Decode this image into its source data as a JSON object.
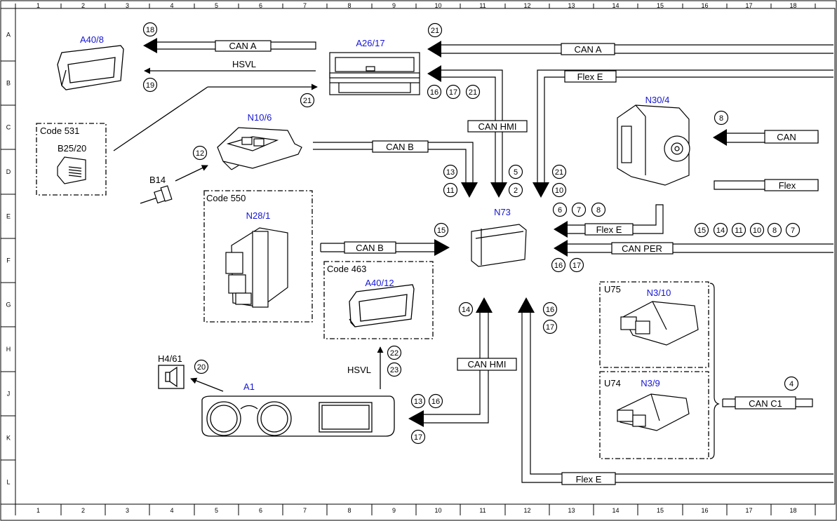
{
  "frame": {
    "col_labels": [
      "1",
      "2",
      "3",
      "4",
      "5",
      "6",
      "7",
      "8",
      "9",
      "10",
      "11",
      "12",
      "13",
      "14",
      "15",
      "16",
      "17",
      "18"
    ],
    "row_labels": [
      "A",
      "B",
      "C",
      "D",
      "E",
      "F",
      "G",
      "H",
      "J",
      "K",
      "L"
    ]
  },
  "colors": {
    "component_id": "#1515d8",
    "line": "#000000"
  },
  "components": {
    "a40_8": "A40/8",
    "a26_17": "A26/17",
    "n10_6": "N10/6",
    "b25_20": "B25/20",
    "b14": "B14",
    "n28_1": "N28/1",
    "a40_12": "A40/12",
    "n73": "N73",
    "n30_4": "N30/4",
    "n3_10": "N3/10",
    "n3_9": "N3/9",
    "u75": "U75",
    "u74": "U74",
    "h4_61": "H4/61",
    "a1": "A1"
  },
  "codes": {
    "c531": "Code 531",
    "c550": "Code 550",
    "c463": "Code 463"
  },
  "buses": {
    "can_a_left": "CAN A",
    "hsvl_top": "HSVL",
    "can_a_right": "CAN A",
    "flex_e_top": "Flex E",
    "can_hmi_top": "CAN HMI",
    "can_b_top": "CAN B",
    "can_right": "CAN",
    "flex_right": "Flex",
    "flex_e_mid": "Flex E",
    "can_per": "CAN PER",
    "can_b_mid": "CAN B",
    "hsvl_bottom": "HSVL",
    "can_hmi_bottom": "CAN HMI",
    "can_c1": "CAN C1",
    "flex_e_bottom": "Flex E"
  },
  "markers": {
    "m18": "18",
    "m19": "19",
    "m21a": "21",
    "m21b": "21",
    "m16a": "16",
    "m17a": "17",
    "m21c": "21",
    "m12": "12",
    "m13a": "13",
    "m11a": "11",
    "m5": "5",
    "m2": "2",
    "m21d": "21",
    "m10a": "10",
    "m8a": "8",
    "m6": "6",
    "m7a": "7",
    "m8b": "8",
    "m15a": "15",
    "m15b": "15",
    "m14a": "14",
    "m11b": "11",
    "m10b": "10",
    "m8c": "8",
    "m7b": "7",
    "m16b": "16",
    "m17b": "17",
    "m14b": "14",
    "m16c": "16",
    "m17c": "17",
    "m22": "22",
    "m23": "23",
    "m20": "20",
    "m13b": "13",
    "m16d": "16",
    "m17d": "17",
    "m4": "4"
  }
}
